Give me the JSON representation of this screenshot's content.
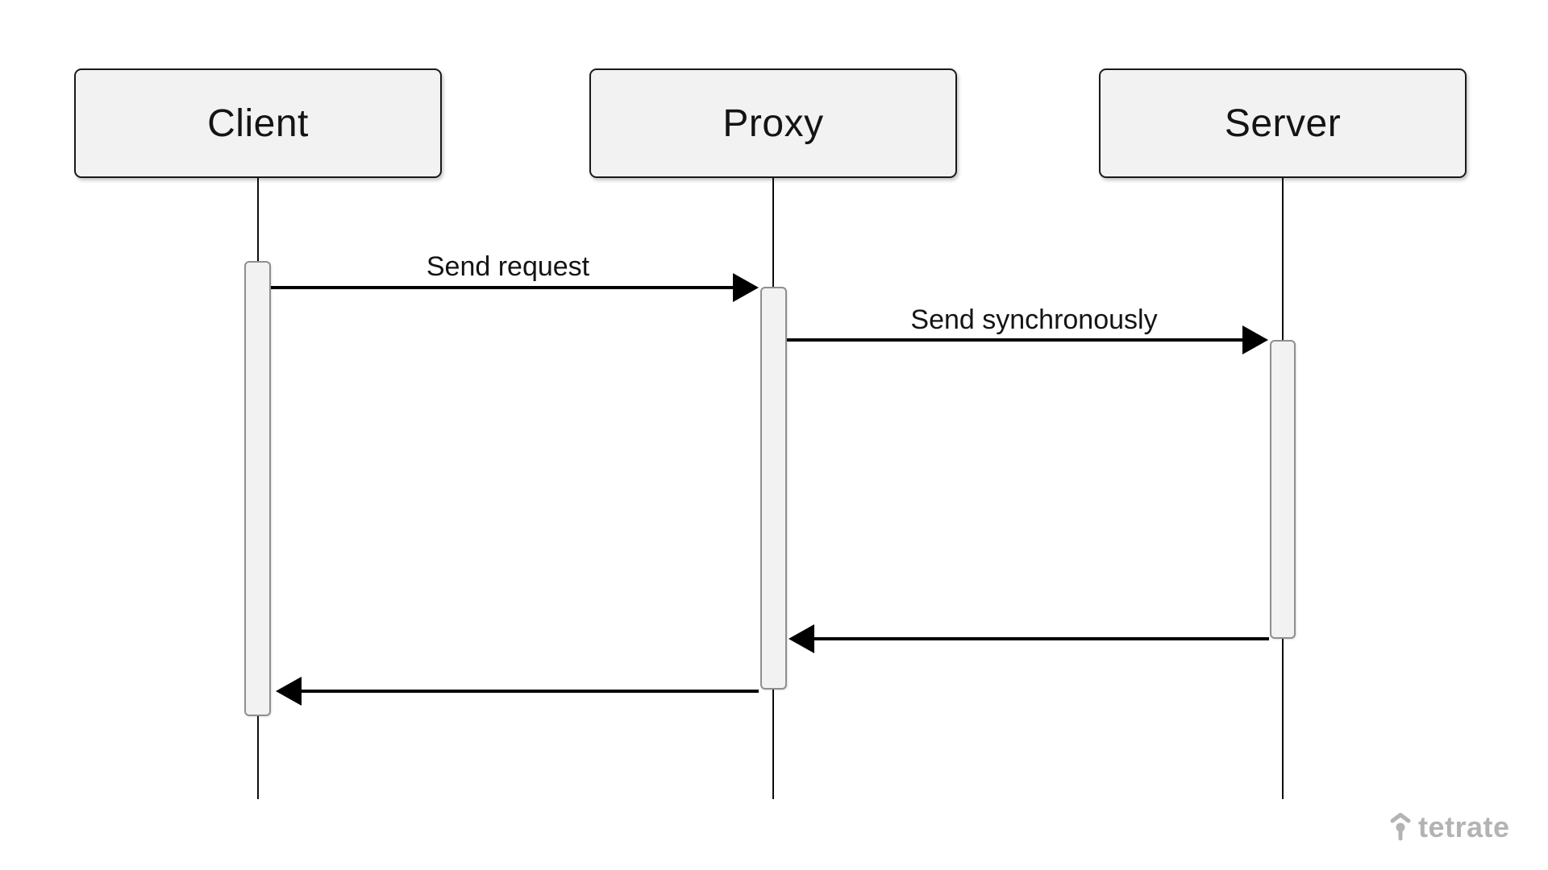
{
  "diagram": {
    "type": "sequence",
    "actors": [
      {
        "id": "client",
        "name": "Client"
      },
      {
        "id": "proxy",
        "name": "Proxy"
      },
      {
        "id": "server",
        "name": "Server"
      }
    ],
    "messages": [
      {
        "from": "Client",
        "to": "Proxy",
        "label": "Send request",
        "direction": "right"
      },
      {
        "from": "Proxy",
        "to": "Server",
        "label": "Send synchronously",
        "direction": "right"
      },
      {
        "from": "Server",
        "to": "Proxy",
        "label": "",
        "direction": "left"
      },
      {
        "from": "Proxy",
        "to": "Client",
        "label": "",
        "direction": "left"
      }
    ],
    "colors": {
      "background": "#ffffff",
      "box_fill": "#f2f2f2",
      "box_border": "#1a1a1a",
      "activation_fill": "#f2f2f2",
      "activation_border": "#8f8f8f",
      "arrow": "#000000",
      "logo": "#b3b3b3"
    }
  },
  "branding": {
    "logo_text": "tetrate",
    "logo_icon": "tetrate-mark-icon"
  }
}
